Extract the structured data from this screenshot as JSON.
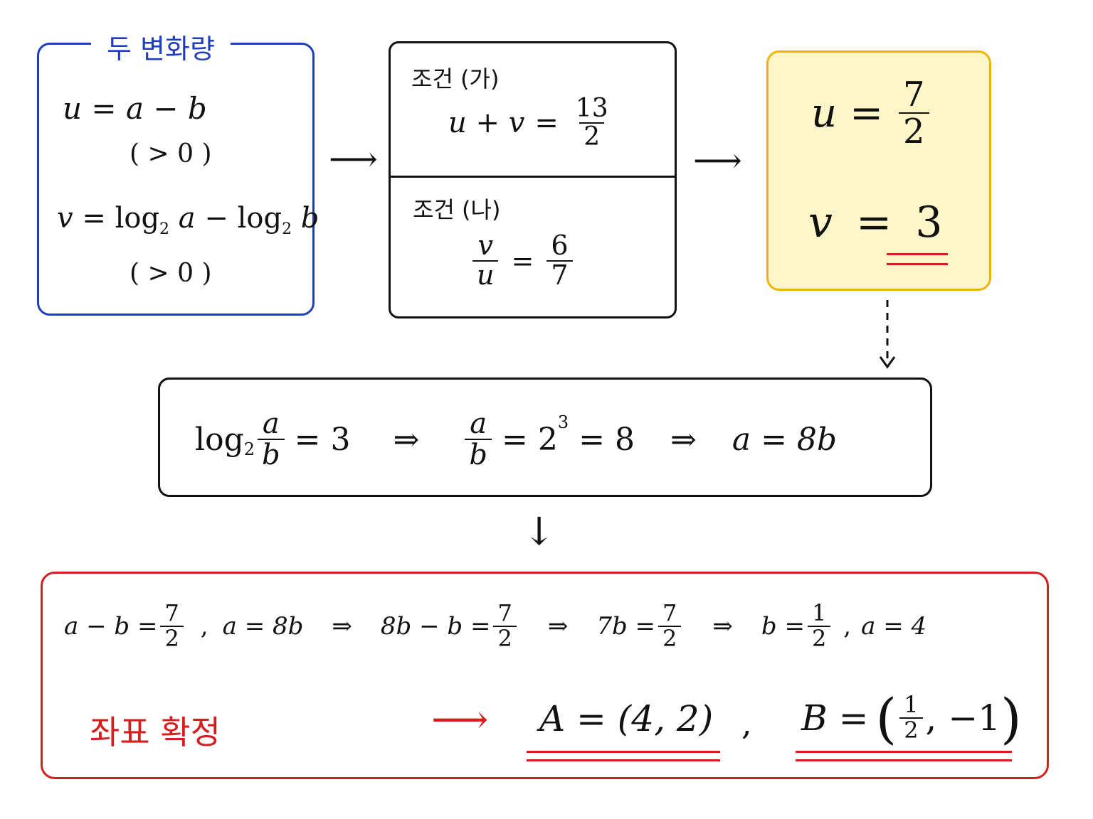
{
  "vars_box": {
    "title": "두 변화량",
    "u_def": {
      "lhs": "u",
      "eq": "=",
      "rhs": "a − b"
    },
    "u_cond": "( > 0 )",
    "v_def": {
      "lhs": "v",
      "eq": "=",
      "log": "log",
      "base": "2",
      "a": "a",
      "minus": "−",
      "b": "b"
    },
    "v_cond": "( > 0 )"
  },
  "cond_box": {
    "cond1_label": "조건 (가)",
    "cond1_lhs": "u + v",
    "cond1_eq": "=",
    "cond1_num": "13",
    "cond1_den": "2",
    "cond2_label": "조건 (나)",
    "cond2_num": "v",
    "cond2_den": "u",
    "cond2_eq": "=",
    "cond2_rnum": "6",
    "cond2_rden": "7"
  },
  "arrows": {
    "right": "⟶",
    "down": "↓",
    "implies": "⇒",
    "red_right": "⟶"
  },
  "solution_box": {
    "u_lhs": "u",
    "u_eq": "=",
    "u_num": "7",
    "u_den": "2",
    "v_lhs": "v",
    "v_eq": "=",
    "v_val": "3"
  },
  "ab_box": {
    "log": "log",
    "base": "2",
    "frac_num": "a",
    "frac_den": "b",
    "eq1": "= 3",
    "frac2_num": "a",
    "frac2_den": "b",
    "eq2": "= 2",
    "exp": "3",
    "eq3": "= 8",
    "result": "a = 8b"
  },
  "final_box": {
    "s1_lhs": "a − b =",
    "s1_num": "7",
    "s1_den": "2",
    "comma": ",",
    "s1_rhs": "a = 8b",
    "s2_lhs": "8b − b =",
    "s2_num": "7",
    "s2_den": "2",
    "s3_lhs": "7b =",
    "s3_num": "7",
    "s3_den": "2",
    "s4_lhs": "b =",
    "s4_num": "1",
    "s4_den": "2",
    "s4_rhs": "a = 4",
    "coord_label": "좌표 확정",
    "pointA": "A = (4, 2)",
    "pointB_pre": "B =",
    "pointB_num": "1",
    "pointB_den": "2",
    "pointB_post": ", −1",
    "sep": ","
  },
  "colors": {
    "blue": "#1f3dbd",
    "yellow_border": "#f0b400",
    "yellow_fill": "#fdf6c9",
    "red": "#d61e1e",
    "ink": "#111111"
  }
}
